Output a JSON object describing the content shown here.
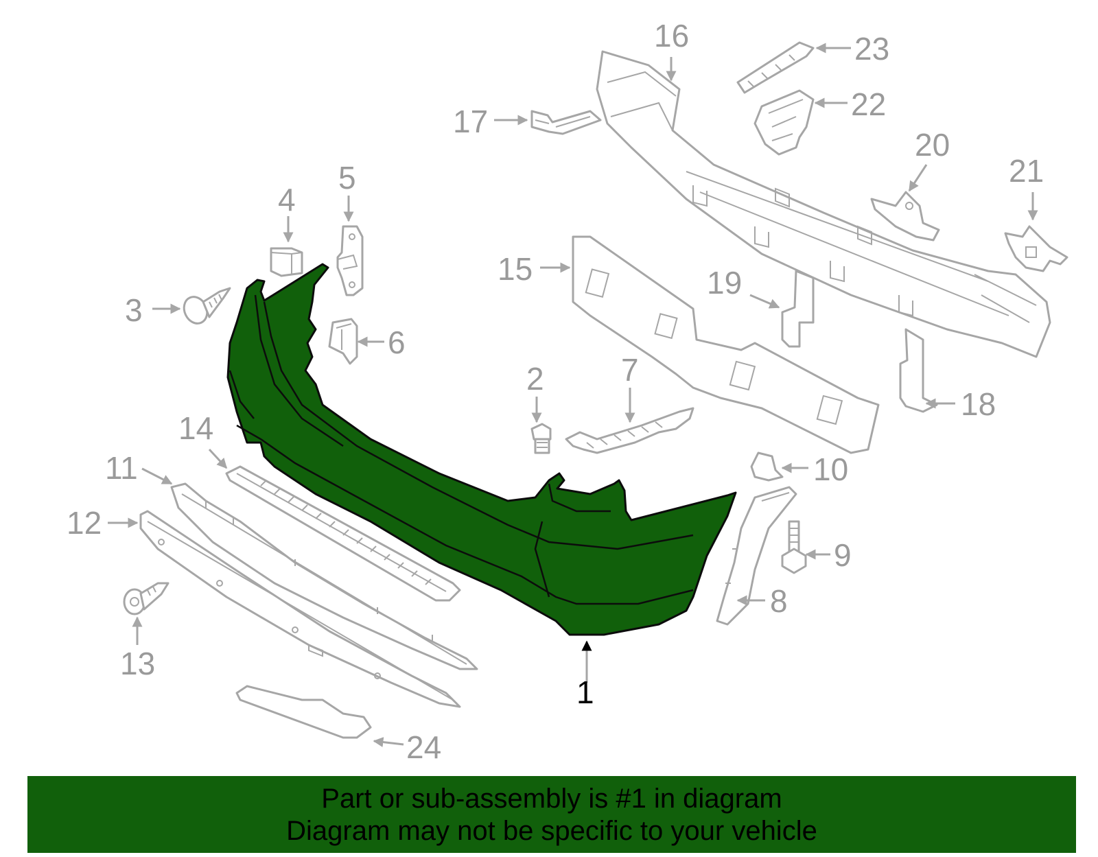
{
  "callouts": [
    "1",
    "2",
    "3",
    "4",
    "5",
    "6",
    "7",
    "8",
    "9",
    "10",
    "11",
    "12",
    "13",
    "14",
    "15",
    "16",
    "17",
    "18",
    "19",
    "20",
    "21",
    "22",
    "23",
    "24"
  ],
  "highlighted_part": "1",
  "colors": {
    "highlight": "#11600b",
    "part_line": "#a6a6a6",
    "callout_text": "#9a9a9a",
    "banner": "#11600b"
  },
  "banner": {
    "line1": "Part or sub-assembly is #1 in diagram",
    "line2": "Diagram may not be specific to your vehicle"
  }
}
